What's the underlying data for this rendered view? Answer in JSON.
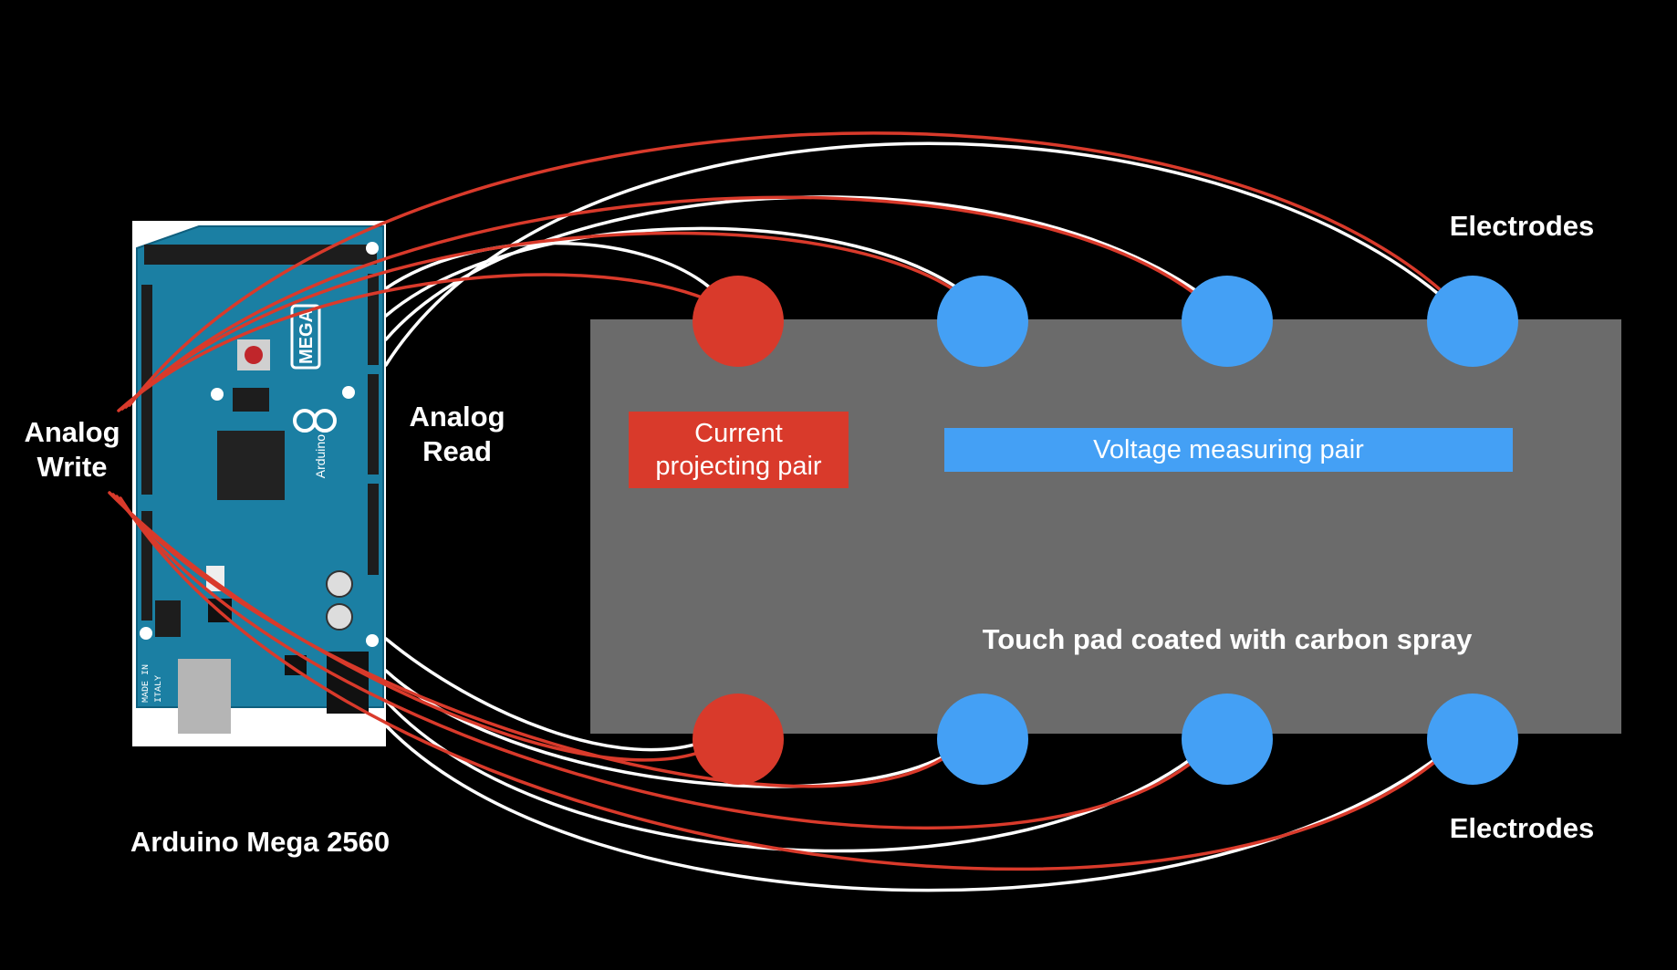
{
  "labels": {
    "analog_write": [
      "Analog",
      "Write"
    ],
    "analog_read": [
      "Analog",
      "Read"
    ],
    "board_name": "Arduino Mega 2560",
    "electrodes_top": "Electrodes",
    "electrodes_bottom": "Electrodes",
    "current_pair": [
      "Current",
      "projecting pair"
    ],
    "voltage_pair": "Voltage measuring pair",
    "touch_pad": "Touch pad coated with carbon spray"
  },
  "board_silkscreen": {
    "brand": "Arduino",
    "model": "MEGA",
    "made_in": [
      "MADE IN",
      "ITALY"
    ]
  },
  "colors": {
    "background": "#000000",
    "pad": "#6b6b6b",
    "current_electrode": "#d93a2b",
    "voltage_electrode": "#44a0f5",
    "board": "#1b7fa3",
    "white_wire": "#ffffff",
    "red_wire": "#d93a2b"
  },
  "electrodes": {
    "top": [
      {
        "role": "current"
      },
      {
        "role": "voltage"
      },
      {
        "role": "voltage"
      },
      {
        "role": "voltage"
      }
    ],
    "bottom": [
      {
        "role": "current"
      },
      {
        "role": "voltage"
      },
      {
        "role": "voltage"
      },
      {
        "role": "voltage"
      }
    ]
  }
}
